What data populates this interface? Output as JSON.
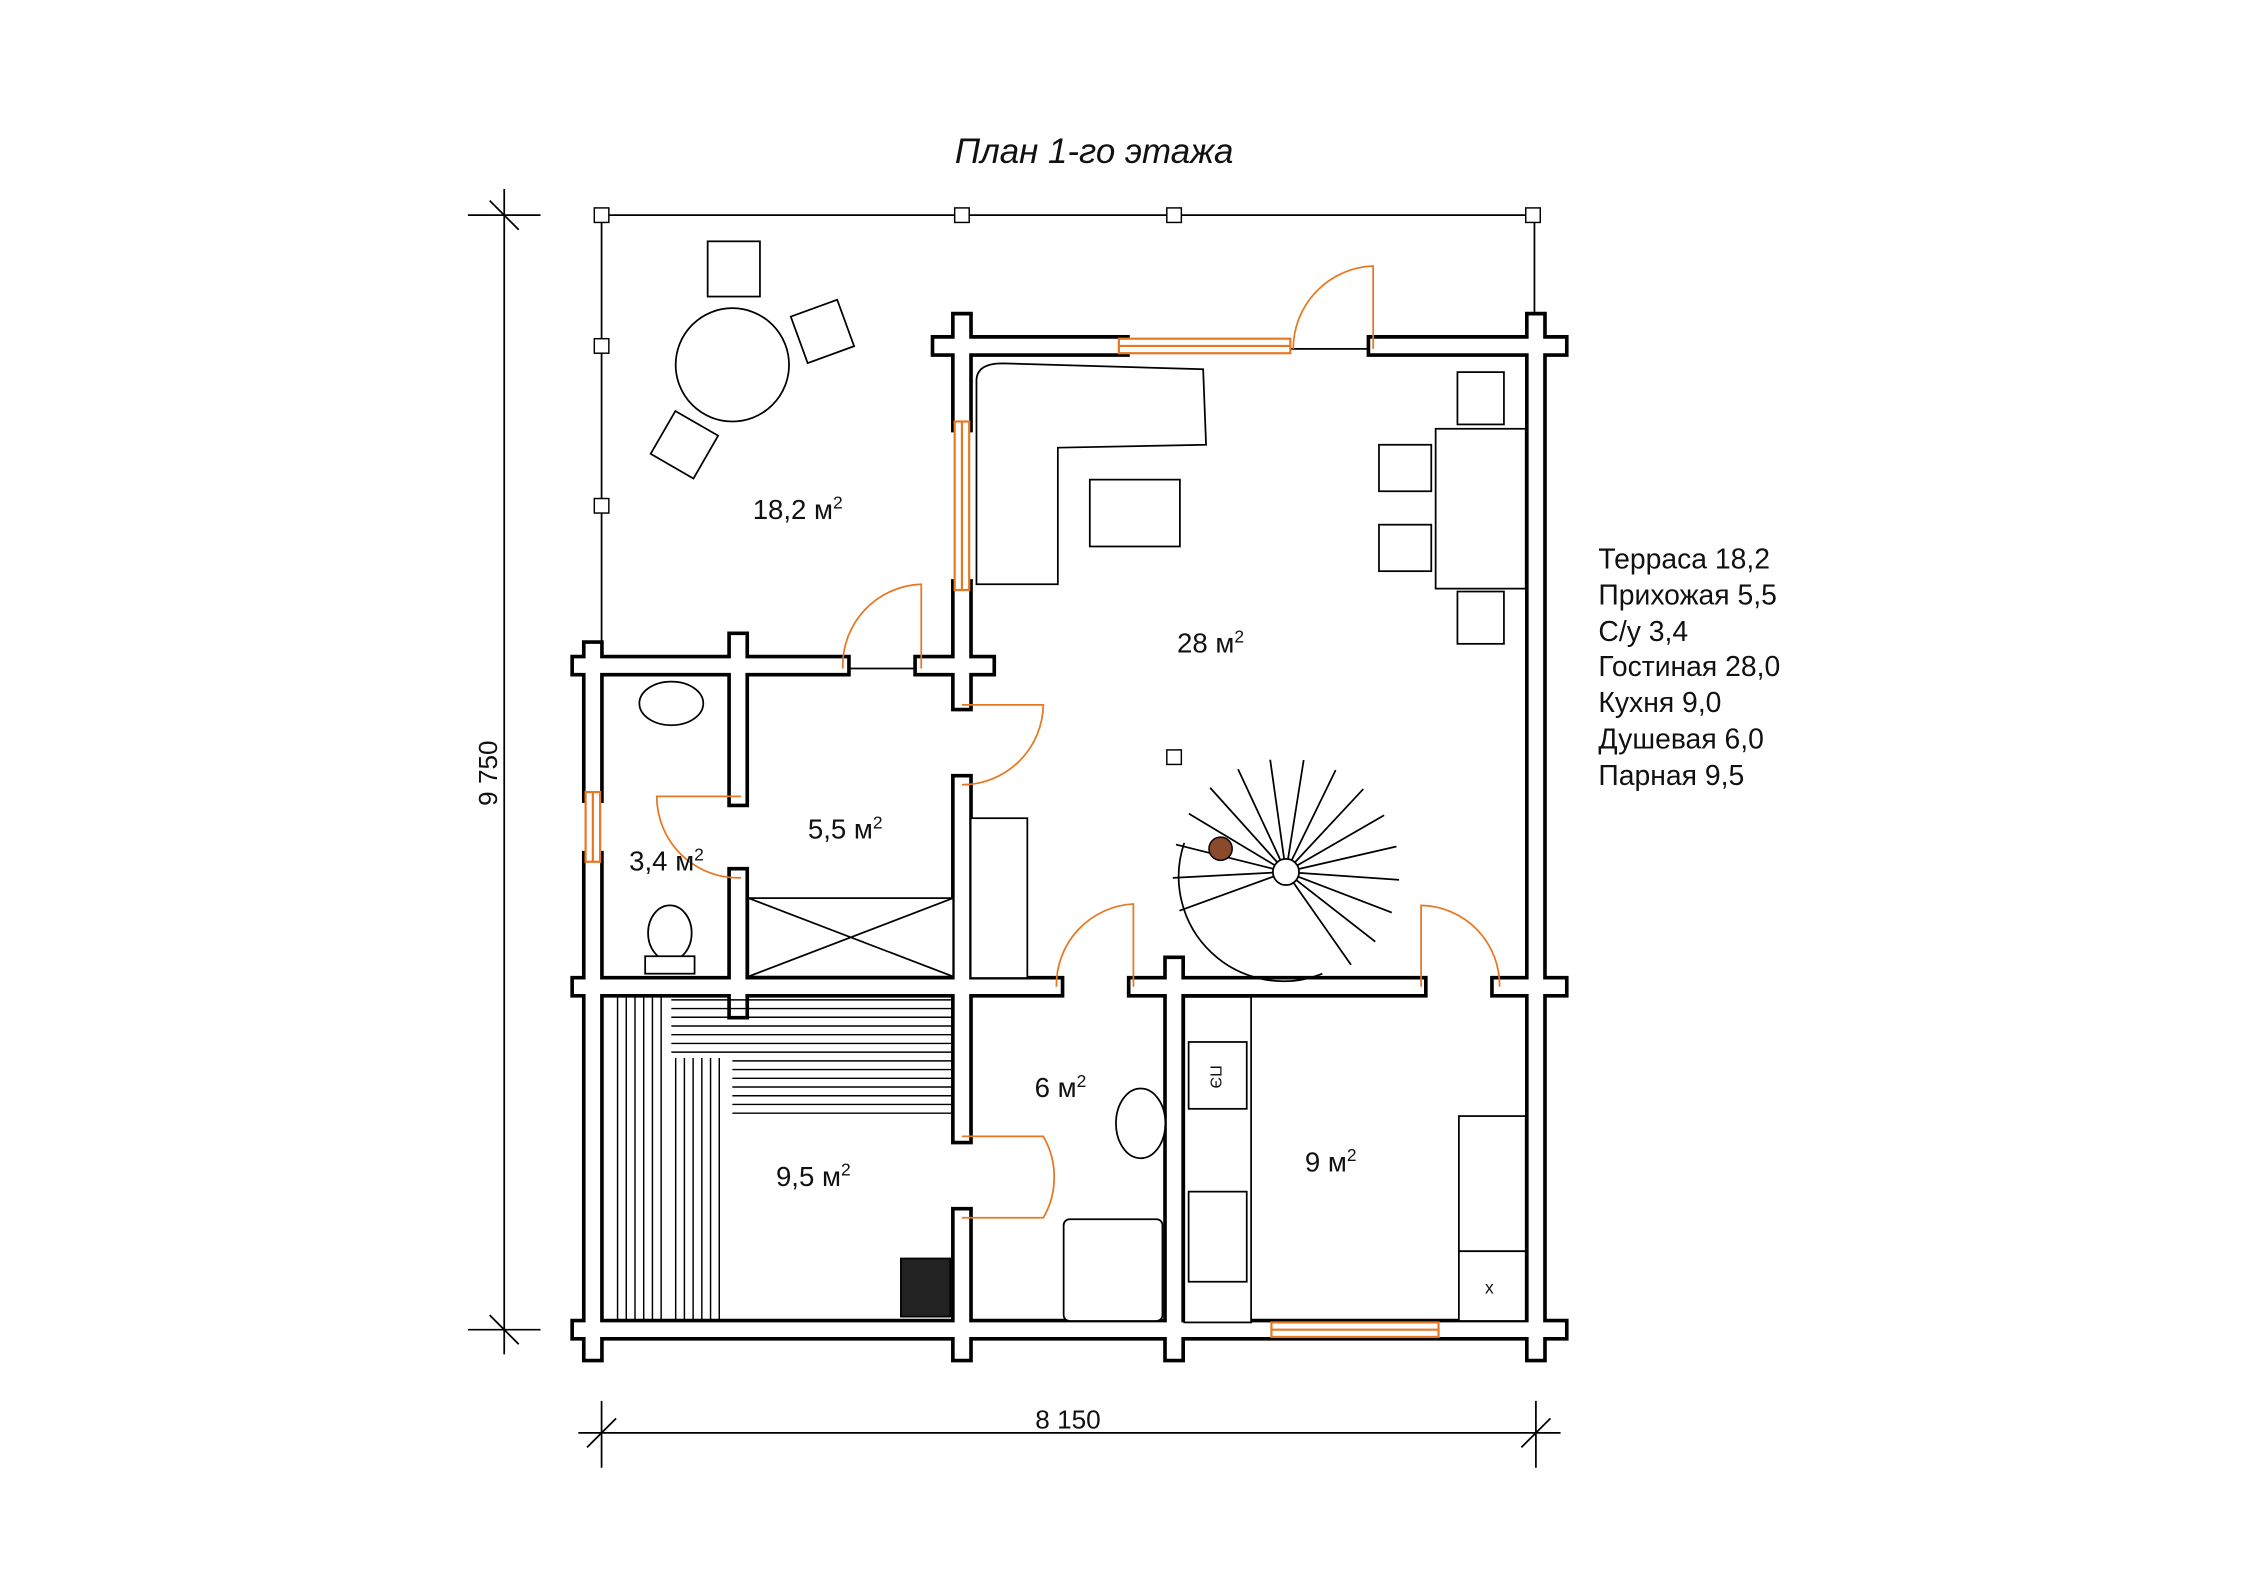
{
  "title": "План 1-го этажа",
  "rooms": [
    {
      "id": "terrace",
      "value": "18,2 м",
      "sup": "2"
    },
    {
      "id": "living",
      "value": "28 м",
      "sup": "2"
    },
    {
      "id": "hall",
      "value": "5,5 м",
      "sup": "2"
    },
    {
      "id": "wc",
      "value": "3,4 м",
      "sup": "2"
    },
    {
      "id": "shower",
      "value": "6 м",
      "sup": "2"
    },
    {
      "id": "kitchen",
      "value": "9 м",
      "sup": "2"
    },
    {
      "id": "steam",
      "value": "9,5 м",
      "sup": "2"
    }
  ],
  "legend": [
    "Терраса 18,2",
    "Прихожая 5,5",
    "С/у 3,4",
    "Гостиная 28,0",
    "Кухня 9,0",
    "Душевая 6,0",
    "Парная 9,5"
  ],
  "dimensions": {
    "height": "9 750",
    "width": "8 150"
  },
  "appliance_labels": {
    "stove": "ПЭ",
    "fridge": "x"
  },
  "colors": {
    "wall": "#000000",
    "window": "#e87722",
    "door": "#e87722",
    "rail_post": "#8b4a2b"
  }
}
